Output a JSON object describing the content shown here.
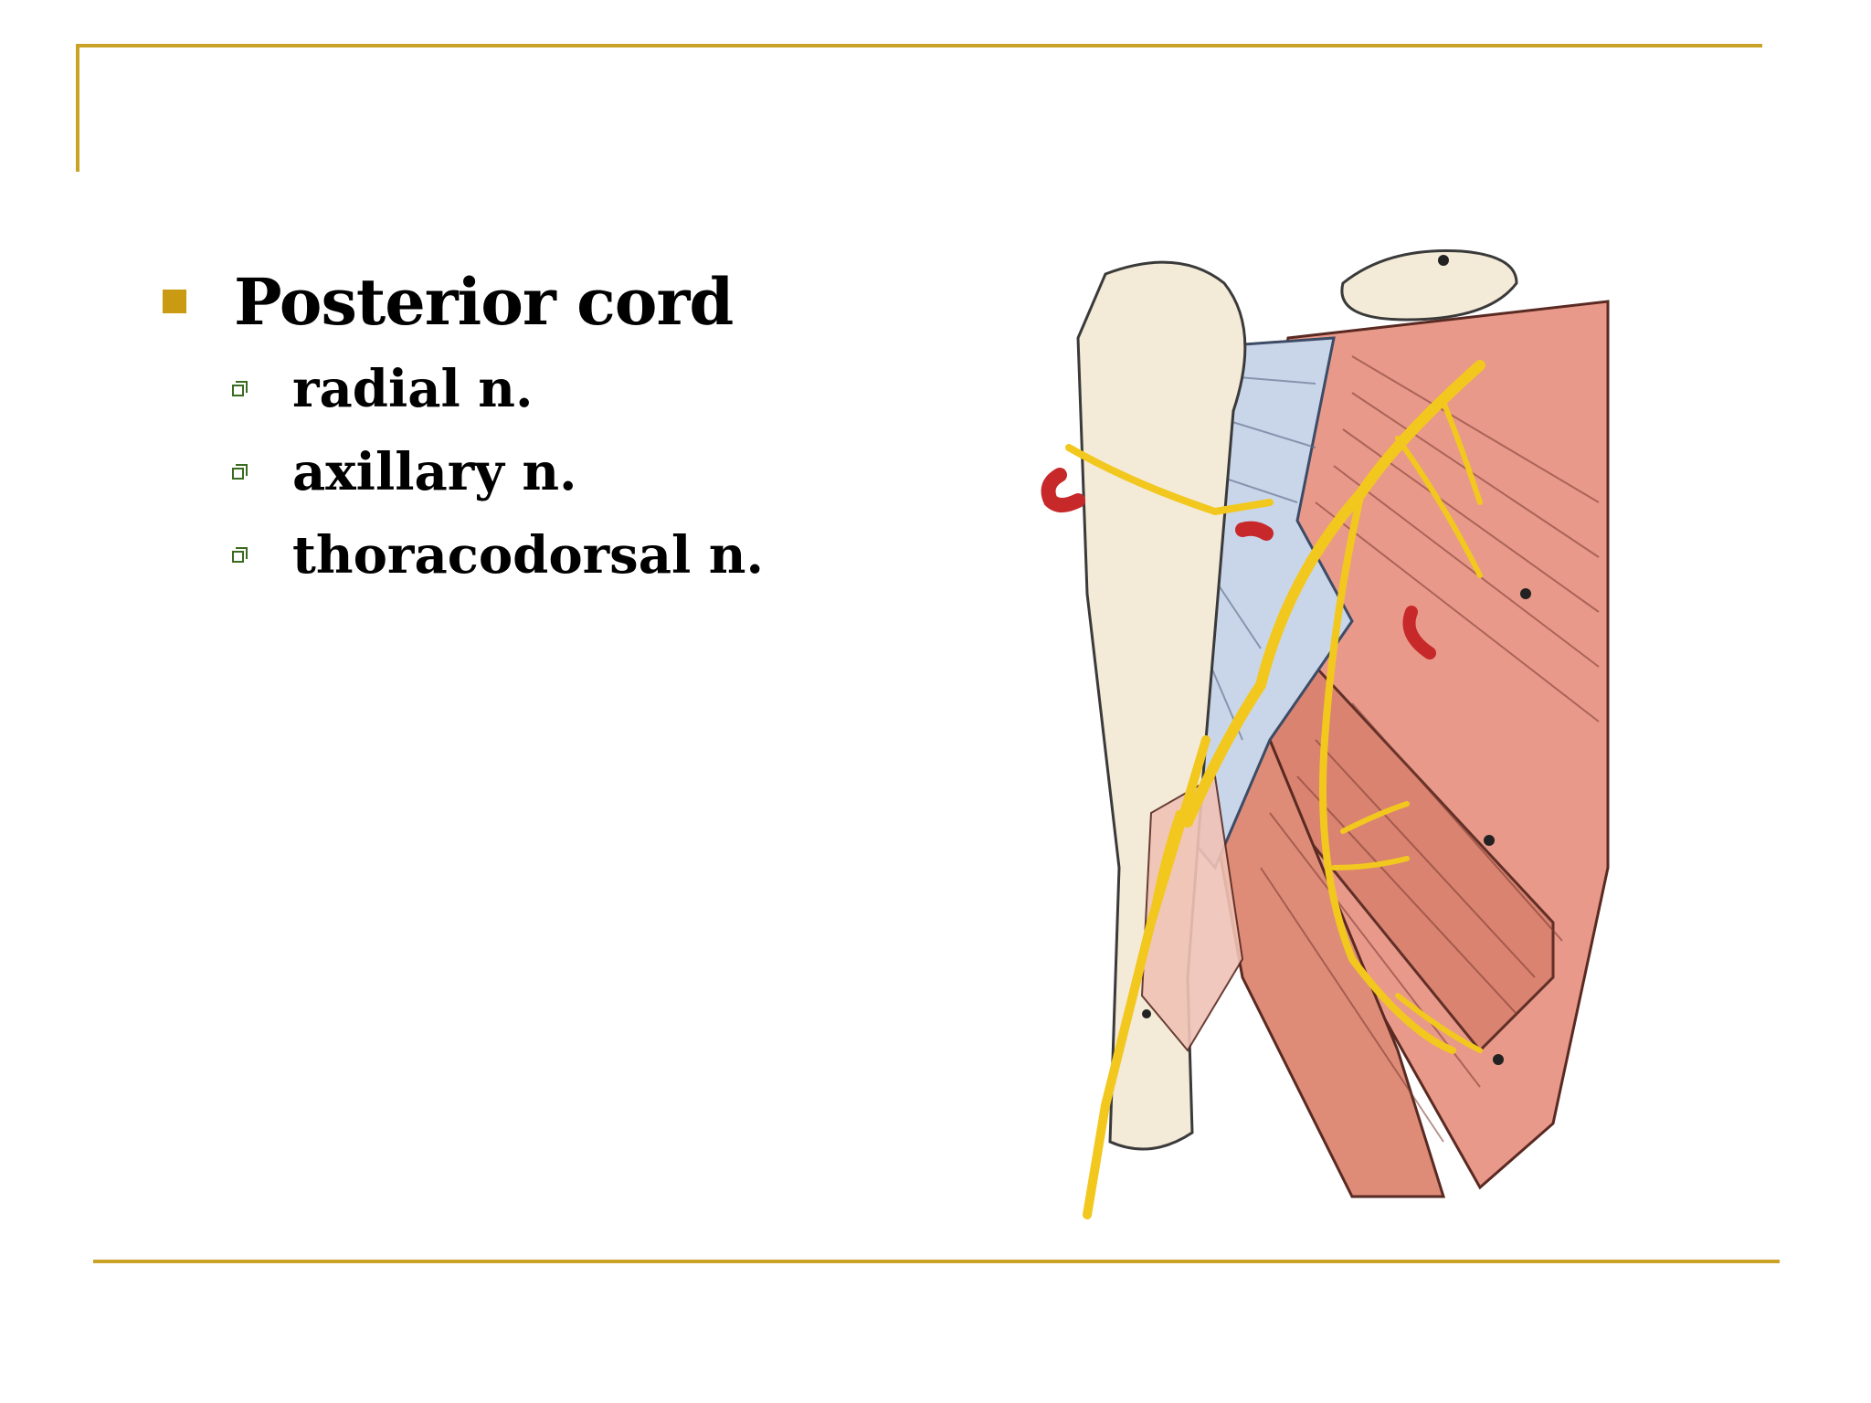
{
  "slide": {
    "heading_bullet": "Posterior cord",
    "sub_bullets": [
      "radial n.",
      "axillary n.",
      "thoracodorsal n."
    ]
  },
  "colors": {
    "accent_gold": "#c9a227",
    "bullet_gold": "#c99a12",
    "sub_bullet_green": "#3b6b1e",
    "nerve_yellow": "#f2c81e",
    "muscle_red": "#e8998a",
    "bone_cream": "#f3ead7",
    "tendon_blue": "#c9d6ea",
    "artery_red": "#c7282a"
  },
  "icons": {
    "level1": "filled-square-bullet-icon",
    "level2": "hollow-square-bullet-icon"
  }
}
